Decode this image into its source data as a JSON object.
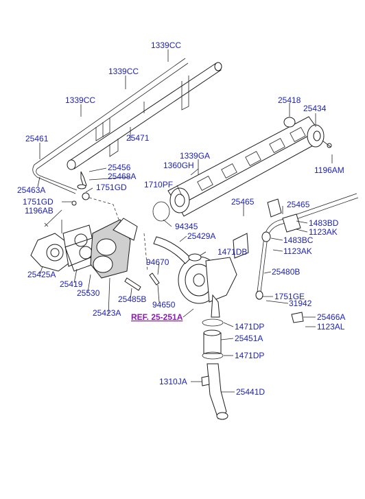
{
  "labels": {
    "l1339cc_top": "1339CC",
    "l1339cc_mid": "1339CC",
    "l1339cc_left": "1339CC",
    "l25461": "25461",
    "l25471": "25471",
    "l25418": "25418",
    "l25434": "25434",
    "l1339ga": "1339GA",
    "l1360gh": "1360GH",
    "l1196am_right": "1196AM",
    "l25456": "25456",
    "l25468a": "25468A",
    "l1751gd_a": "1751GD",
    "l25463a": "25463A",
    "l1751gd_b": "1751GD",
    "l1196ab": "1196AB",
    "l1710pf": "1710PF",
    "l25465_a": "25465",
    "l25465_b": "25465",
    "l94345": "94345",
    "l1483bd": "1483BD",
    "l1123ak_a": "1123AK",
    "l25429a": "25429A",
    "l1483bc": "1483BC",
    "l1471db": "1471DB",
    "l1123ak_b": "1123AK",
    "l25425a": "25425A",
    "l25419": "25419",
    "l25530": "25530",
    "l94670": "94670",
    "l25480b": "25480B",
    "l25485b": "25485B",
    "l1751ge": "1751GE",
    "l31942": "31942",
    "l25423a": "25423A",
    "l94650": "94650",
    "l25466a": "25466A",
    "l1471dp_a": "1471DP",
    "l1123al": "1123AL",
    "l25451a": "25451A",
    "l1471dp_b": "1471DP",
    "l1310ja": "1310JA",
    "l25441d": "25441D"
  },
  "reference": {
    "text": "REF. 25-251A"
  },
  "colors": {
    "label": "#1a1fb8",
    "reference": "#8a1ab0",
    "line": "#222222"
  }
}
